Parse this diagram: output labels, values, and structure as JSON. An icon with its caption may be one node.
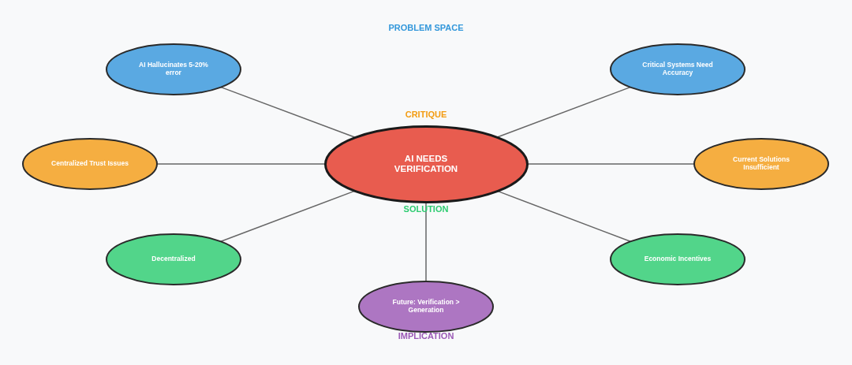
{
  "diagram": {
    "nodes": [
      {
        "text": [
          "AI NEEDS VERIFICATION"
        ]
      },
      {
        "text": [
          "AI Hallucinates 5-20% error"
        ]
      },
      {
        "text": [
          "Critical Systems Need Accuracy"
        ]
      },
      {
        "text": [
          "Centralized Trust Issues"
        ]
      },
      {
        "text": [
          "Current Solutions Insufficient"
        ]
      },
      {
        "text": [
          "Decentralized"
        ]
      },
      {
        "text": [
          "Economic Incentives"
        ]
      },
      {
        "text": [
          "Future: Verification > Generation"
        ]
      }
    ],
    "edges": [
      {
        "from": 0,
        "to": 1,
        "arrow": "none"
      },
      {
        "from": 0,
        "to": 2,
        "arrow": "none"
      },
      {
        "from": 0,
        "to": 3,
        "arrow": "none"
      },
      {
        "from": 0,
        "to": 4,
        "arrow": "none"
      },
      {
        "from": 0,
        "to": 5,
        "arrow": "none"
      },
      {
        "from": 0,
        "to": 6,
        "arrow": "none"
      },
      {
        "from": 0,
        "to": 7,
        "arrow": "none"
      }
    ],
    "labels": [
      "PROBLEM SPACE",
      "CRITIQUE",
      "SOLUTION",
      "IMPLICATION"
    ]
  }
}
